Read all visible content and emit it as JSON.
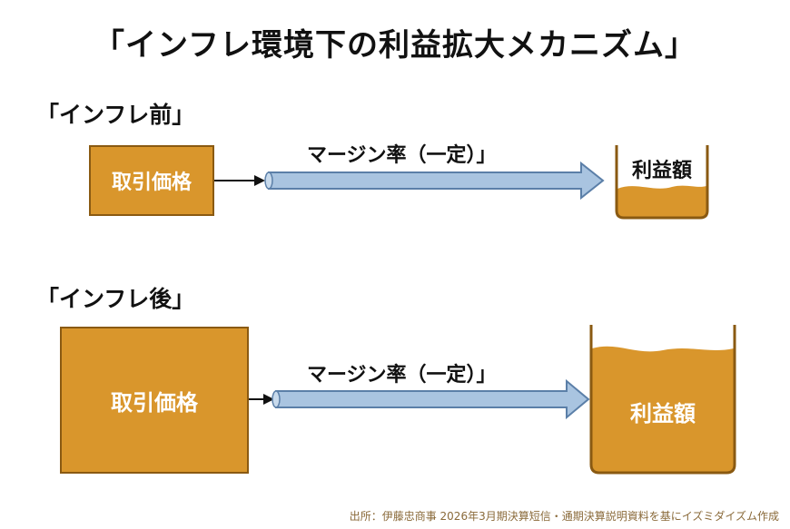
{
  "title": "「インフレ環境下の利益拡大メカニズム」",
  "before": {
    "label": "「インフレ前」",
    "price_label": "取引価格",
    "margin_label": "マージン率（一定）」",
    "profit_label": "利益額"
  },
  "after": {
    "label": "「インフレ後」",
    "price_label": "取引価格",
    "margin_label": "マージン率（一定）」",
    "profit_label": "利益額"
  },
  "source": "出所：伊藤忠商事 2026年3月期決算短信・通期決算説明資料を基にイズミダイズム作成",
  "colors": {
    "box_fill": "#D9962C",
    "box_border": "#8A5A12",
    "arrow_fill": "#A9C4E0",
    "arrow_border": "#5B7FA8",
    "connector": "#111111"
  },
  "icons": [
    "right-arrow-icon",
    "block-arrow-icon",
    "container-icon"
  ]
}
